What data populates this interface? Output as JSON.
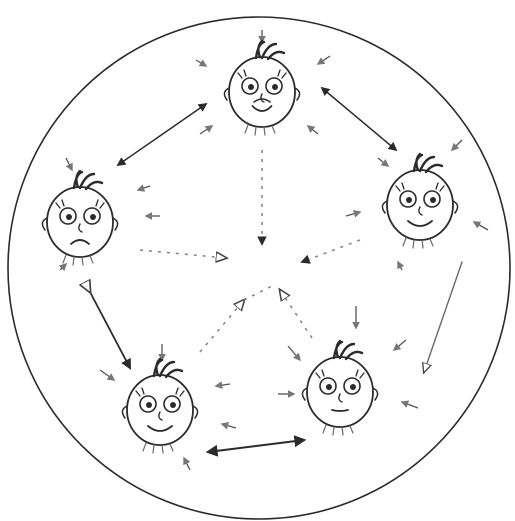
{
  "diagram": {
    "kind": "hand-drawn-network",
    "boundary": "circle",
    "node_icon": "child-face-icon",
    "nodes": [
      {
        "id": "top",
        "expression": "mixed"
      },
      {
        "id": "right",
        "expression": "smile"
      },
      {
        "id": "bottom-right",
        "expression": "neutral"
      },
      {
        "id": "bottom-left",
        "expression": "smile"
      },
      {
        "id": "left",
        "expression": "sad"
      }
    ],
    "connections": [
      {
        "from": "top",
        "to": "left",
        "style": "solid",
        "directed": "both"
      },
      {
        "from": "top",
        "to": "right",
        "style": "solid",
        "directed": "both"
      },
      {
        "from": "left",
        "to": "bottom-left",
        "style": "solid",
        "directed": "both"
      },
      {
        "from": "right",
        "to": "bottom-right",
        "style": "solid",
        "directed": "forward"
      },
      {
        "from": "bottom-left",
        "to": "bottom-right",
        "style": "solid",
        "directed": "both"
      },
      {
        "from": "top",
        "to": "center",
        "style": "dotted",
        "directed": "forward"
      },
      {
        "from": "left",
        "to": "center",
        "style": "dotted",
        "directed": "forward"
      },
      {
        "from": "right",
        "to": "center",
        "style": "dotted",
        "directed": "forward"
      },
      {
        "from": "bottom-left",
        "to": "center",
        "style": "dotted",
        "directed": "forward"
      },
      {
        "from": "bottom-right",
        "to": "center",
        "style": "dotted",
        "directed": "forward"
      }
    ],
    "colors": {
      "ink": "#2b2b2b",
      "ink_soft": "#6a6a6a",
      "paper": "#ffffff"
    }
  }
}
